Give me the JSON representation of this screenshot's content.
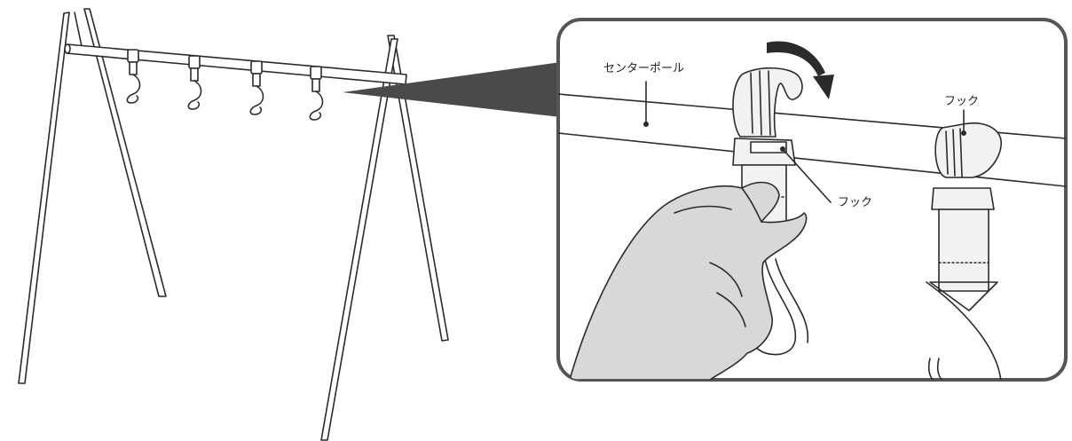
{
  "labels": {
    "center_pole": "センターポール",
    "hook_held": "フック",
    "hook_hung": "フック"
  },
  "colors": {
    "line": "#2b2b2b",
    "frame_border": "#555555",
    "hand_fill": "#d8d8d8",
    "hook_fill": "#f2f2f2",
    "callout_wedge": "#4a4a4a"
  },
  "icons": {
    "rotation_arrow": "curved-arrow-clockwise-icon"
  }
}
